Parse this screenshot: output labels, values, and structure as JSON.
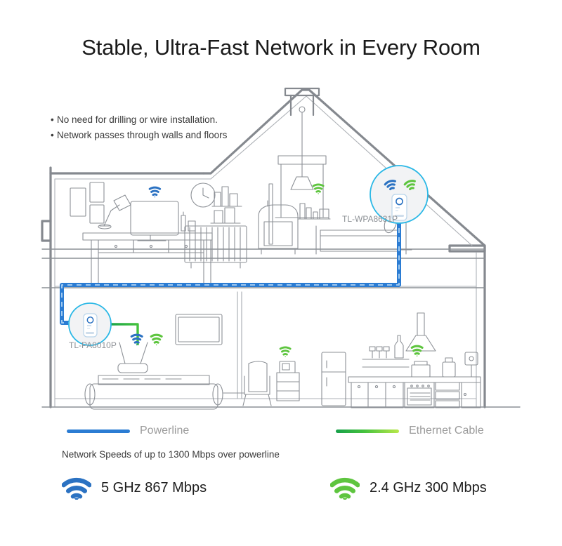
{
  "page": {
    "title": "Stable, Ultra-Fast Network in Every Room",
    "background": "#ffffff"
  },
  "bullets": [
    {
      "text": "No need for drilling or wire installation."
    },
    {
      "text": "Network passes through walls and floors"
    }
  ],
  "diagram": {
    "devices": [
      {
        "id": "upstairs-extender",
        "label": "TL-WPA8631P",
        "type": "powerline-wifi-extender",
        "wifi_icons": [
          "wifi-blue",
          "wifi-green"
        ],
        "floor": "upper",
        "room": "bedroom"
      },
      {
        "id": "downstairs-adapter",
        "label": "TL-PA8010P",
        "type": "powerline-adapter",
        "floor": "lower",
        "room": "living-room"
      }
    ],
    "connections": [
      {
        "id": "powerline-link",
        "kind": "powerline",
        "color": "#2b7cd3",
        "from": "downstairs-adapter",
        "to": "upstairs-extender"
      },
      {
        "id": "ethernet-link",
        "kind": "ethernet",
        "color": "#2fb34a",
        "from": "downstairs-adapter",
        "to": "wifi-router"
      }
    ],
    "rooms": [
      {
        "id": "attic-bedroom",
        "floor": "upper",
        "items": [
          "wall-pictures",
          "desk-lamp",
          "monitor",
          "desk",
          "wall-clock",
          "shelves",
          "radiator",
          "armchair",
          "bookshelf",
          "hanging-lamp",
          "bed"
        ]
      },
      {
        "id": "living-room",
        "floor": "lower",
        "items": [
          "television",
          "wifi-router",
          "sofa",
          "armchair",
          "side-cabinet",
          "printer"
        ]
      },
      {
        "id": "kitchen",
        "floor": "lower",
        "items": [
          "refrigerator",
          "counter",
          "oven",
          "range-hood",
          "coffee-machine",
          "kettle",
          "wine-glasses",
          "bottle",
          "wall-socket"
        ]
      }
    ],
    "wifi_markers": [
      {
        "id": "marker-desk",
        "color": "blue",
        "room": "attic-bedroom"
      },
      {
        "id": "marker-bookshelf",
        "color": "green",
        "room": "attic-bedroom"
      },
      {
        "id": "marker-router-5g",
        "color": "blue",
        "room": "living-room"
      },
      {
        "id": "marker-router-24g",
        "color": "green",
        "room": "living-room"
      },
      {
        "id": "marker-printer",
        "color": "green",
        "room": "living-room"
      },
      {
        "id": "marker-kitchen",
        "color": "green",
        "room": "kitchen"
      }
    ]
  },
  "legend": {
    "powerline": {
      "label": "Powerline",
      "color": "#2b7cd3"
    },
    "ethernet": {
      "label": "Ethernet Cable",
      "color_start": "#17a04a",
      "color_end": "#b9e84a"
    },
    "caption": "Network Speeds of up to 1300 Mbps over powerline"
  },
  "bands": [
    {
      "id": "band-5ghz",
      "icon": "wifi-icon-blue",
      "color": "#2b72c2",
      "text": "5 GHz  867 Mbps"
    },
    {
      "id": "band-24ghz",
      "icon": "wifi-icon-green",
      "color": "#5ec53f",
      "text": "2.4 GHz  300 Mbps"
    }
  ]
}
